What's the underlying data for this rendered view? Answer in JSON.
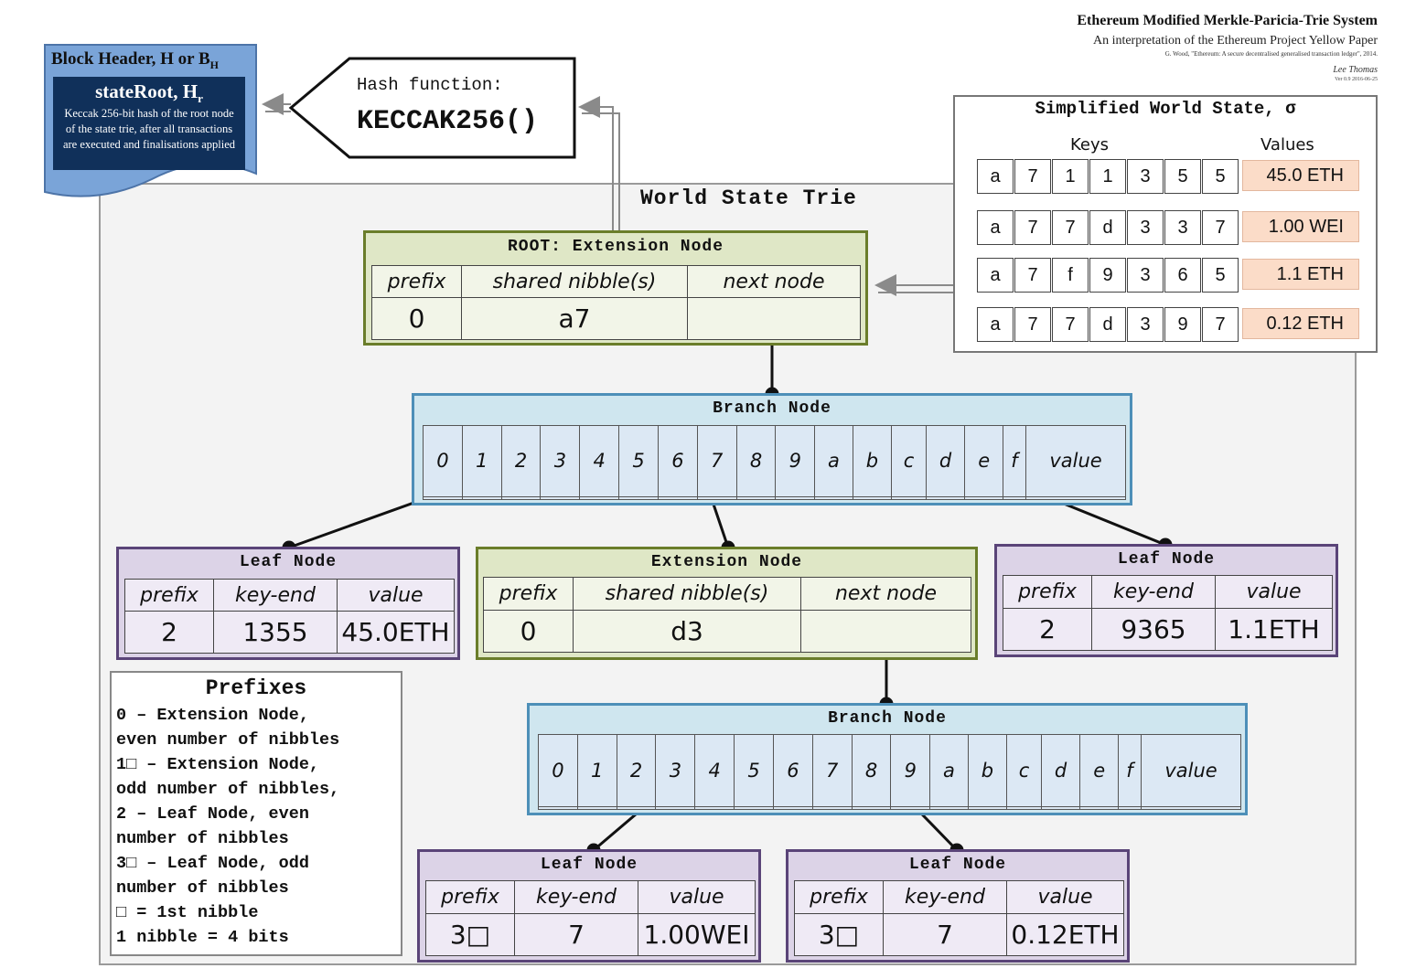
{
  "header": {
    "title": "Ethereum Modified Merkle-Paricia-Trie System",
    "subtitle": "An interpretation of the Ethereum Project Yellow Paper",
    "citation": "G. Wood, \"Ethereum: A secure decentralised generalised transaction ledger\", 2014.",
    "author": "Lee Thomas",
    "version": "Ver 0.9 2016-06-25"
  },
  "block_header": {
    "title": "Block Header, H or B",
    "title_sub": "H",
    "state_root": "stateRoot, H",
    "state_root_sub": "r",
    "description": "Keccak 256-bit hash of the root node of the state trie, after all transactions are executed and finalisations applied",
    "fill_color": "#7aa4d8",
    "inner_color": "#10305a"
  },
  "hash_function": {
    "label": "Hash function:",
    "value": "KECCAK256()"
  },
  "world_state": {
    "title": "Simplified World State, σ",
    "keys_label": "Keys",
    "values_label": "Values",
    "rows": [
      {
        "key": [
          "a",
          "7",
          "1",
          "1",
          "3",
          "5",
          "5"
        ],
        "value": "45.0 ETH"
      },
      {
        "key": [
          "a",
          "7",
          "7",
          "d",
          "3",
          "3",
          "7"
        ],
        "value": "1.00 WEI"
      },
      {
        "key": [
          "a",
          "7",
          "f",
          "9",
          "3",
          "6",
          "5"
        ],
        "value": "1.1 ETH"
      },
      {
        "key": [
          "a",
          "7",
          "7",
          "d",
          "3",
          "9",
          "7"
        ],
        "value": "0.12 ETH"
      }
    ]
  },
  "trie": {
    "title": "World State Trie",
    "root": {
      "title": "ROOT: Extension Node",
      "headers": [
        "prefix",
        "shared nibble(s)",
        "next node"
      ],
      "values": [
        "0",
        "a7",
        ""
      ]
    },
    "branch1": {
      "title": "Branch Node",
      "slots": [
        "0",
        "1",
        "2",
        "3",
        "4",
        "5",
        "6",
        "7",
        "8",
        "9",
        "a",
        "b",
        "c",
        "d",
        "e",
        "f",
        "value"
      ]
    },
    "leaf1": {
      "title": "Leaf Node",
      "headers": [
        "prefix",
        "key-end",
        "value"
      ],
      "values": [
        "2",
        "1355",
        "45.0ETH"
      ]
    },
    "ext2": {
      "title": "Extension Node",
      "headers": [
        "prefix",
        "shared nibble(s)",
        "next node"
      ],
      "values": [
        "0",
        "d3",
        ""
      ]
    },
    "leaf2": {
      "title": "Leaf Node",
      "headers": [
        "prefix",
        "key-end",
        "value"
      ],
      "values": [
        "2",
        "9365",
        "1.1ETH"
      ]
    },
    "branch2": {
      "title": "Branch Node",
      "slots": [
        "0",
        "1",
        "2",
        "3",
        "4",
        "5",
        "6",
        "7",
        "8",
        "9",
        "a",
        "b",
        "c",
        "d",
        "e",
        "f",
        "value"
      ]
    },
    "leaf3": {
      "title": "Leaf Node",
      "headers": [
        "prefix",
        "key-end",
        "value"
      ],
      "values": [
        "3□",
        "7",
        "1.00WEI"
      ]
    },
    "leaf4": {
      "title": "Leaf Node",
      "headers": [
        "prefix",
        "key-end",
        "value"
      ],
      "values": [
        "3□",
        "7",
        "0.12ETH"
      ]
    }
  },
  "prefixes": {
    "title": "Prefixes",
    "lines": [
      "0 – Extension Node,",
      "even number of nibbles",
      "1□ – Extension Node,",
      "odd number of nibbles,",
      "2 – Leaf Node, even",
      "number of nibbles",
      "3□ – Leaf Node, odd",
      "number of nibbles",
      "□ = 1st nibble",
      "1 nibble = 4 bits"
    ]
  },
  "colors": {
    "extension_border": "#6a7d2a",
    "extension_fill": "#dfe7c6",
    "leaf_border": "#5a4478",
    "leaf_fill": "#dcd3e7",
    "branch_border": "#4d8fb8",
    "branch_fill": "#cfe6ef",
    "value_fill": "#fbdcc8"
  }
}
